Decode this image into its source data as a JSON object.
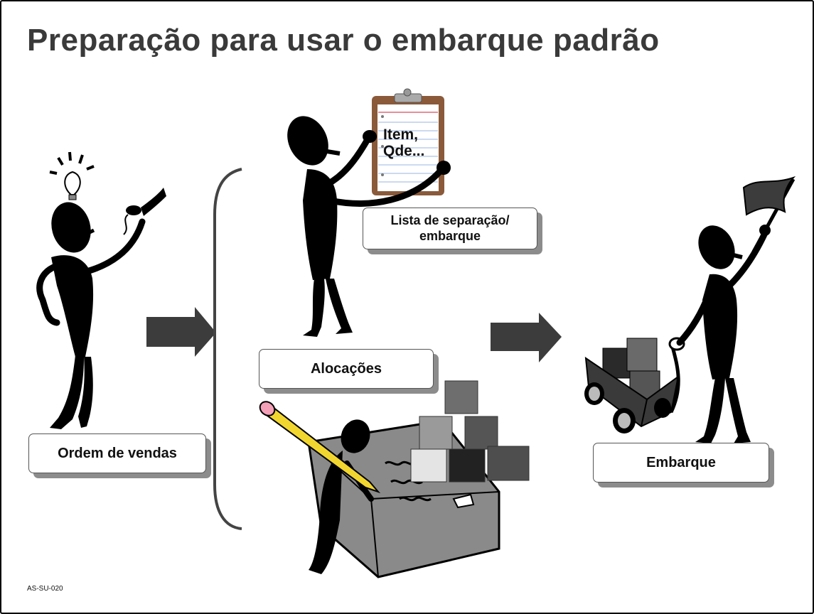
{
  "slide": {
    "title": "Preparação para usar o embarque padrão",
    "code": "AS-SU-020"
  },
  "steps": {
    "sales_order": {
      "label": "Ordem de vendas",
      "icon": "person-on-phone-with-idea-icon"
    },
    "allocations": {
      "label": "Alocações",
      "icon": "person-writing-on-crate-icon"
    },
    "pick_list": {
      "line1": "Lista de separação/",
      "line2": "embarque",
      "clipboard_line1": "Item,",
      "clipboard_line2": "Qde...",
      "icon": "person-holding-clipboard-icon"
    },
    "shipment": {
      "label": "Embarque",
      "icon": "person-pulling-cart-with-flag-icon"
    }
  },
  "colors": {
    "title": "#3a3a3a",
    "arrow": "#3c3c3c",
    "silhouette": "#000000",
    "label_shadow": "#8c8c8c",
    "clipboard": "#8a5a3a",
    "pencil": "#f2d630"
  }
}
